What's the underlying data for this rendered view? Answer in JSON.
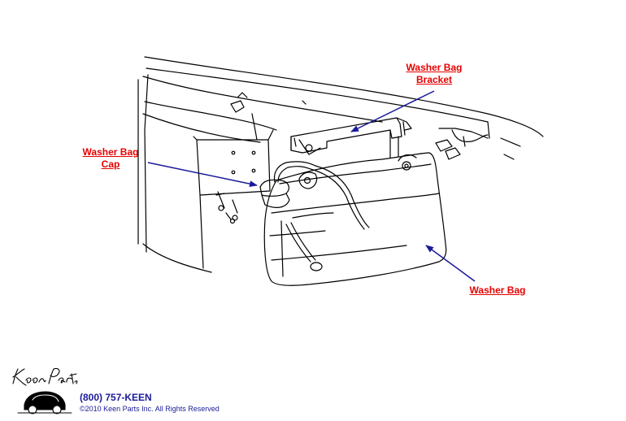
{
  "callouts": {
    "bracket": {
      "line1": "Washer Bag",
      "line2": "Bracket"
    },
    "cap": {
      "line1": "Washer Bag",
      "line2": "Cap"
    },
    "bag": {
      "line1": "Washer Bag"
    }
  },
  "footer": {
    "phone": "(800) 757-KEEN",
    "copyright": "©2010 Keen Parts Inc. All Rights Reserved",
    "logo_text": "Keen Parts"
  },
  "colors": {
    "callout_text": "#e60000",
    "arrow": "#1a1a99",
    "line_art": "#000000",
    "footer_text": "#1a1a99"
  }
}
